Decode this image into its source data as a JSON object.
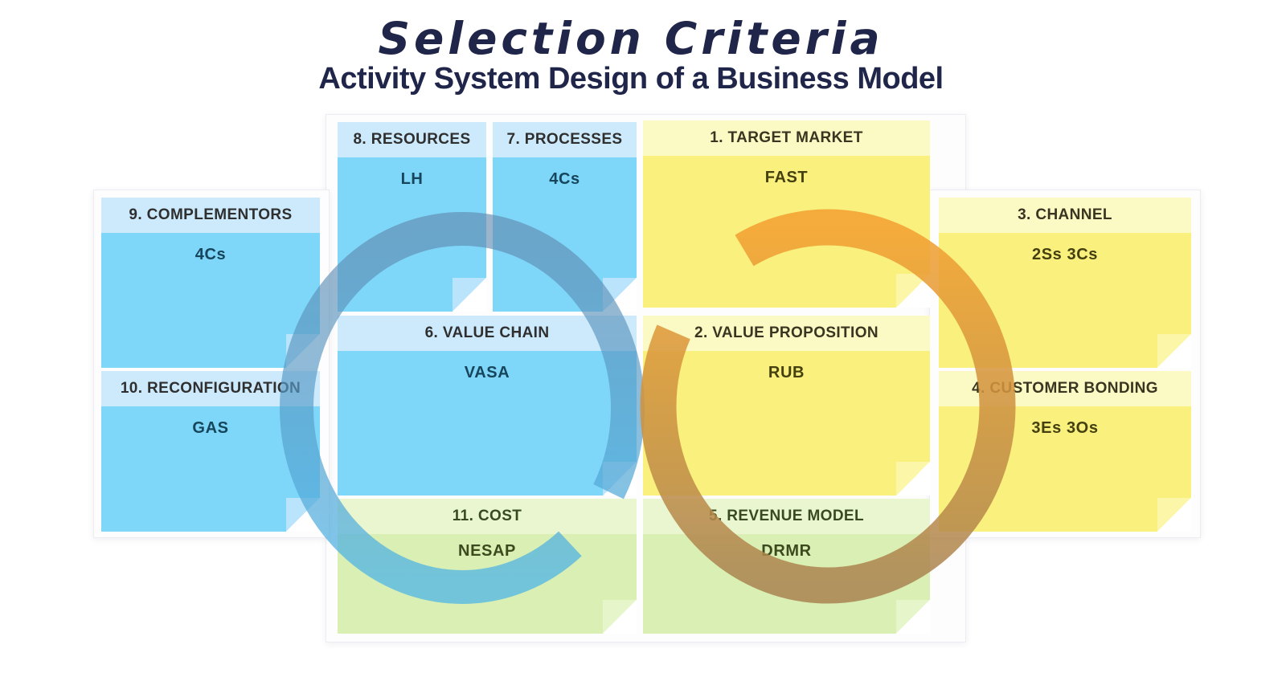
{
  "title": "Selection Criteria",
  "subtitle": "Activity System Design of a Business Model",
  "notes": [
    {
      "label": "8. RESOURCES",
      "value": "LH",
      "color": "blue"
    },
    {
      "label": "7. PROCESSES",
      "value": "4Cs",
      "color": "blue"
    },
    {
      "label": "1. TARGET MARKET",
      "value": "FAST",
      "color": "yellow"
    },
    {
      "label": "9. COMPLEMENTORS",
      "value": "4Cs",
      "color": "blue"
    },
    {
      "label": "3. CHANNEL",
      "value": "2Ss 3Cs",
      "color": "yellow"
    },
    {
      "label": "6. VALUE CHAIN",
      "value": "VASA",
      "color": "blue"
    },
    {
      "label": "2. VALUE PROPOSITION",
      "value": "RUB",
      "color": "yellow"
    },
    {
      "label": "10. RECONFIGURATION",
      "value": "GAS",
      "color": "blue"
    },
    {
      "label": "4. CUSTOMER BONDING",
      "value": "3Es 3Os",
      "color": "yellow"
    },
    {
      "label": "11. COST",
      "value": "NESAP",
      "color": "green"
    },
    {
      "label": "5. REVENUE MODEL",
      "value": "DRMR",
      "color": "green"
    }
  ],
  "colors": {
    "title_text": "#20254a",
    "blue_note_header": "#cdeafc",
    "blue_note_body": "#7ed6f8",
    "yellow_note_header": "#fbf9c4",
    "yellow_note_body": "#f9f07e",
    "green_note_header": "#e9f6d0",
    "green_note_body": "#d9efb4",
    "blue_loop_top": "#5f87ad",
    "blue_loop_bottom": "#4fb6e8",
    "orange_loop_top": "#f4a232",
    "orange_loop_bottom": "#a98350"
  }
}
